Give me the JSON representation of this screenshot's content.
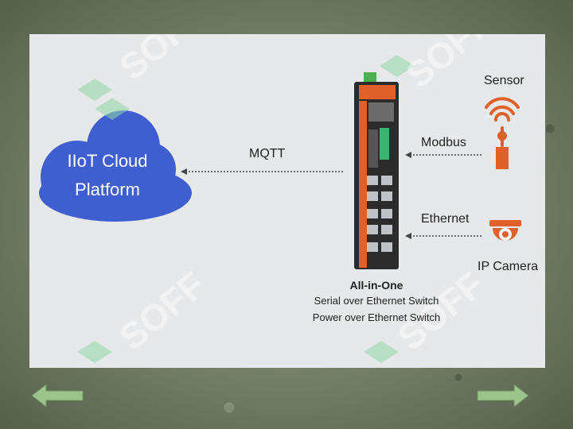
{
  "diagram": {
    "cloud": {
      "line1": "IIoT Cloud",
      "line2": "Platform"
    },
    "mqtt_label": "MQTT",
    "modbus_label": "Modbus",
    "ethernet_label": "Ethernet",
    "sensor_label": "Sensor",
    "camera_label": "IP Camera",
    "switch_caption": {
      "title": "All-in-One",
      "line1": "Serial over Ethernet Switch",
      "line2": "Power over Ethernet Switch"
    }
  },
  "watermark": {
    "text": "SOFF"
  },
  "nav": {
    "prev_icon": "arrow-left-icon",
    "next_icon": "arrow-right-icon"
  },
  "colors": {
    "cloud": "#3f5fd0",
    "device_orange": "#e0602a",
    "slide_bg": "#e7e8e9",
    "frame": "#737e67",
    "nav_arrow": "#9cc48a"
  }
}
